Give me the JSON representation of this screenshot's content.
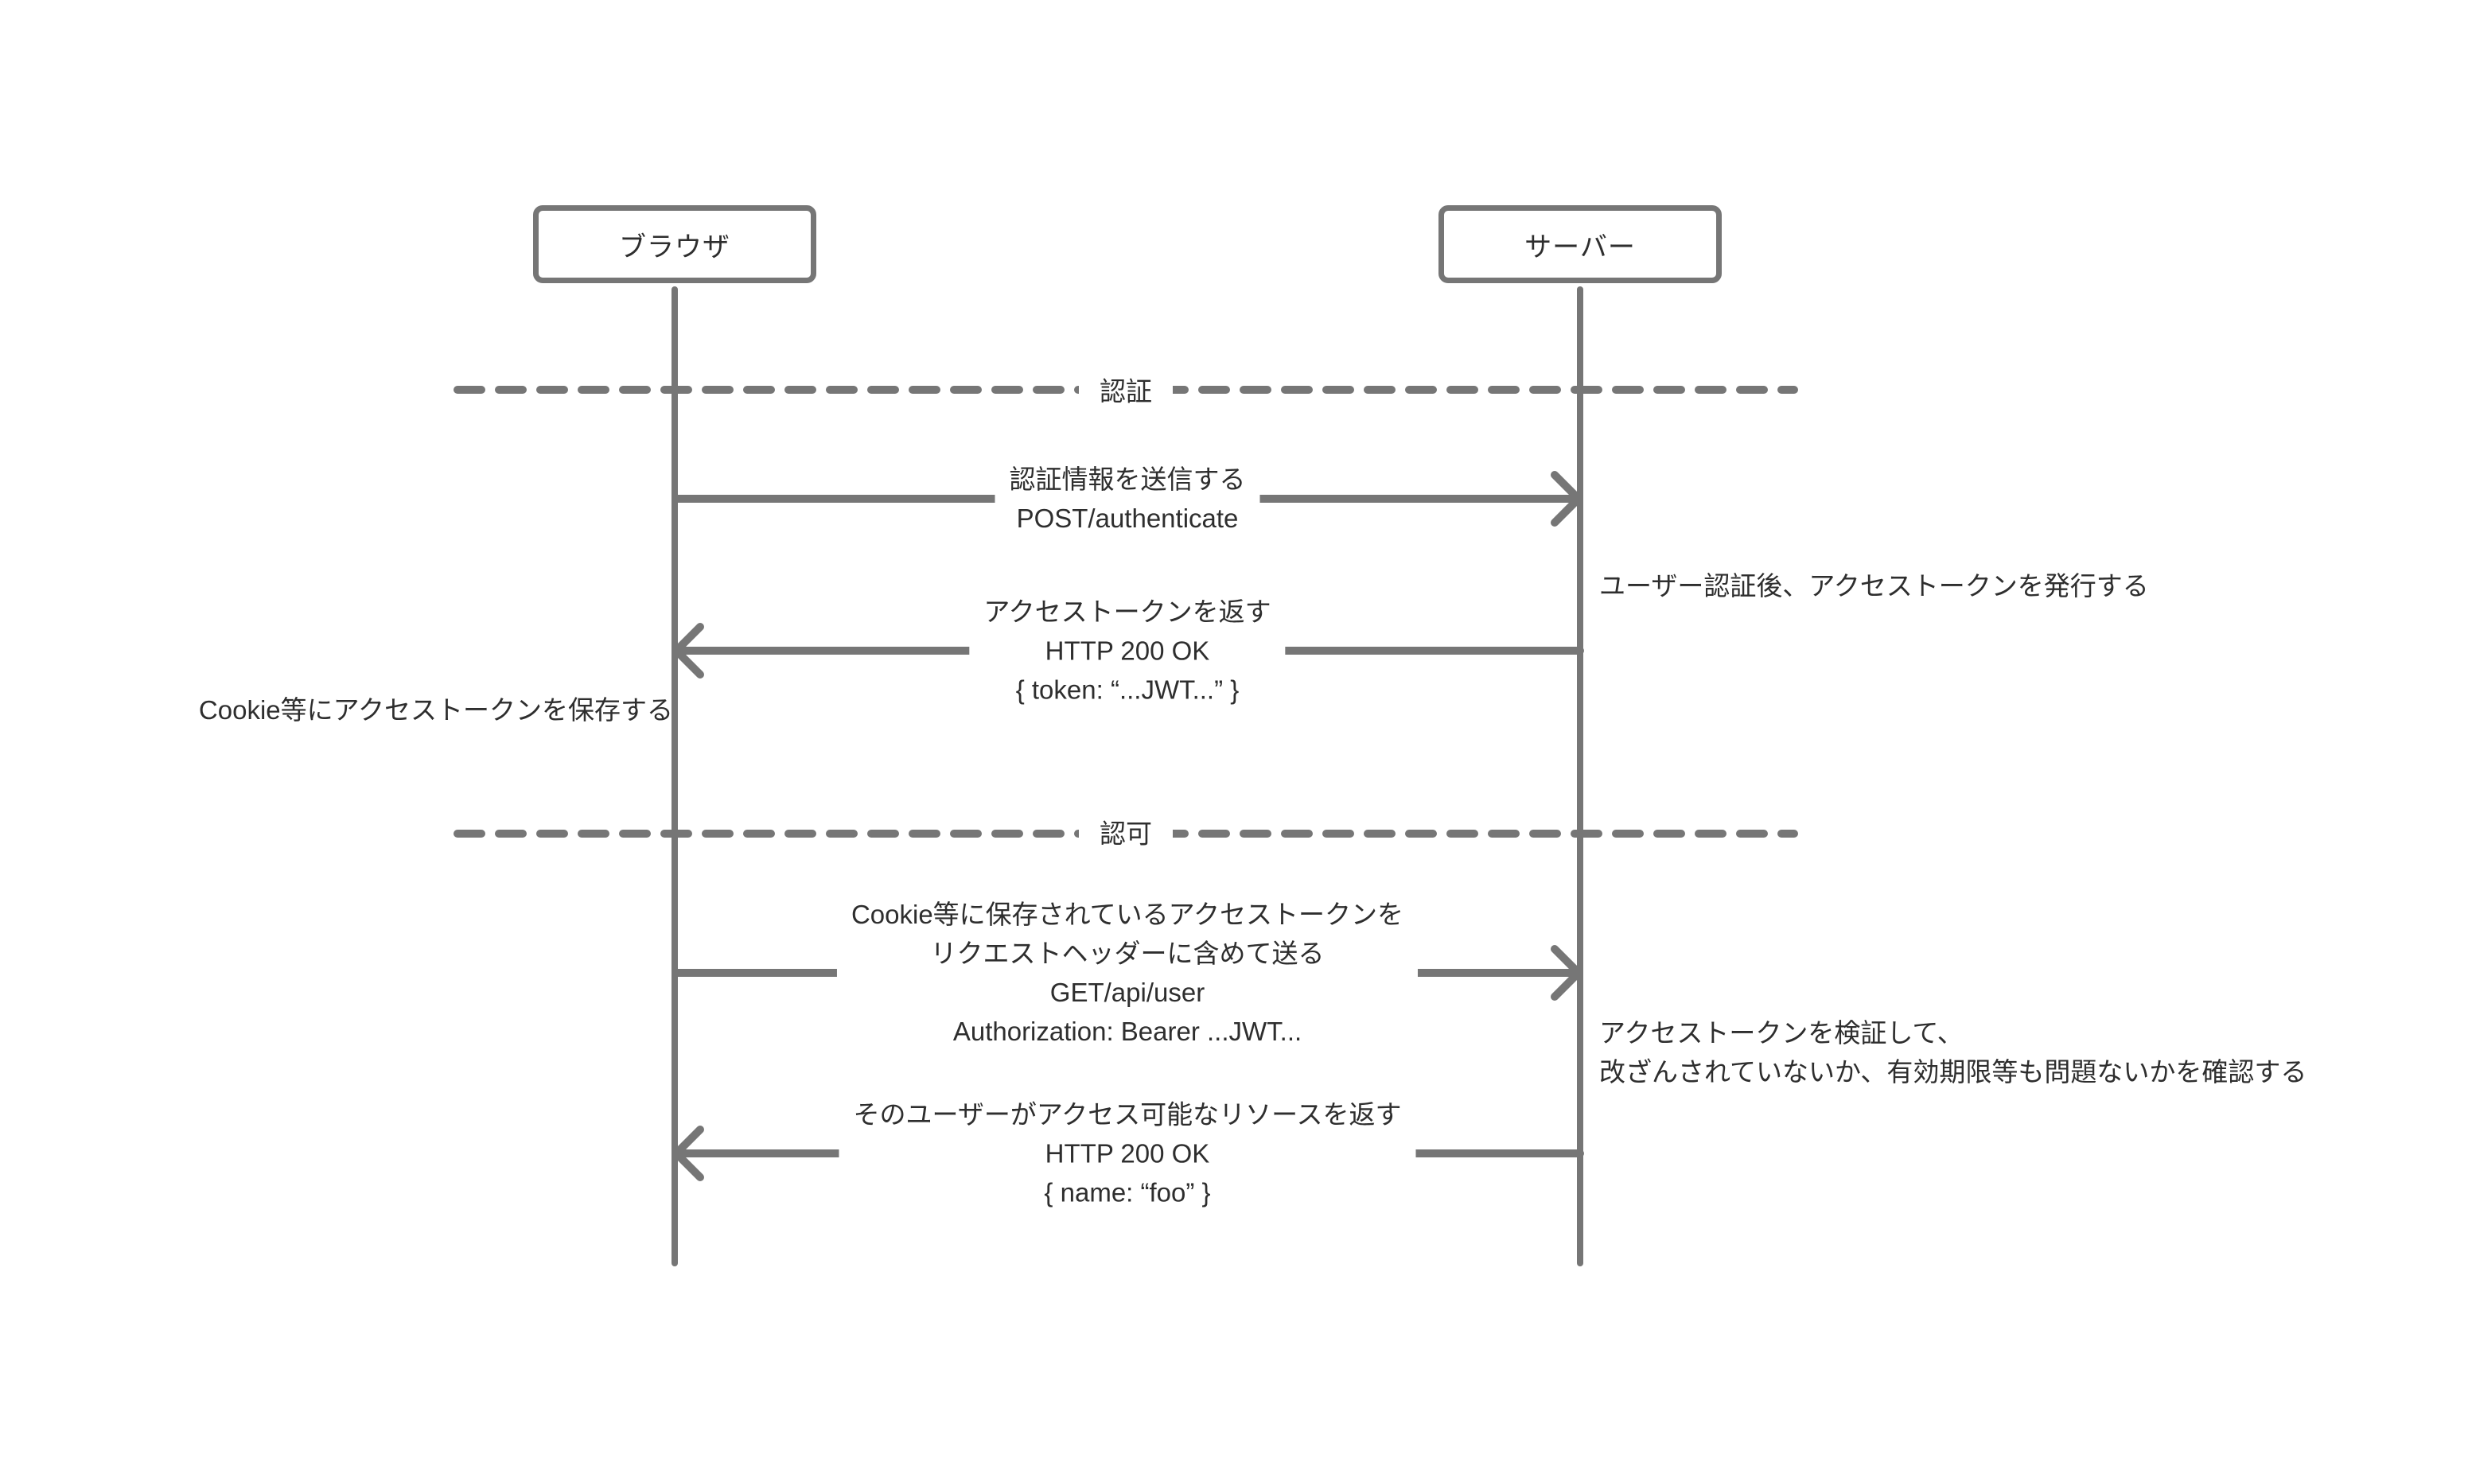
{
  "colors": {
    "line": "#767676",
    "text": "#2e2e2e",
    "background": "#ffffff"
  },
  "actors": [
    {
      "id": "browser",
      "label": "ブラウザ"
    },
    {
      "id": "server",
      "label": "サーバー"
    }
  ],
  "sections": [
    {
      "label": "認証"
    },
    {
      "label": "認可"
    }
  ],
  "messages": [
    {
      "direction": "right",
      "lines": [
        "認証情報を送信する",
        "POST/authenticate"
      ]
    },
    {
      "direction": "left",
      "lines": [
        "アクセストークンを返す",
        "HTTP 200 OK",
        "{ token: “...JWT...” }"
      ]
    },
    {
      "direction": "right",
      "lines": [
        "Cookie等に保存されているアクセストークンを",
        "リクエストヘッダーに含めて送る",
        "GET/api/user",
        "Authorization: Bearer ...JWT..."
      ]
    },
    {
      "direction": "left",
      "lines": [
        "そのユーザーがアクセス可能なリソースを返す",
        "HTTP 200 OK",
        "{ name: “foo” }"
      ]
    }
  ],
  "notes": [
    {
      "side": "right",
      "lines": [
        "ユーザー認証後、アクセストークンを発行する"
      ]
    },
    {
      "side": "left",
      "lines": [
        "Cookie等にアクセストークンを保存する"
      ]
    },
    {
      "side": "right",
      "lines": [
        "アクセストークンを検証して、",
        "改ざんされていないか、有効期限等も問題ないかを確認する"
      ]
    }
  ]
}
